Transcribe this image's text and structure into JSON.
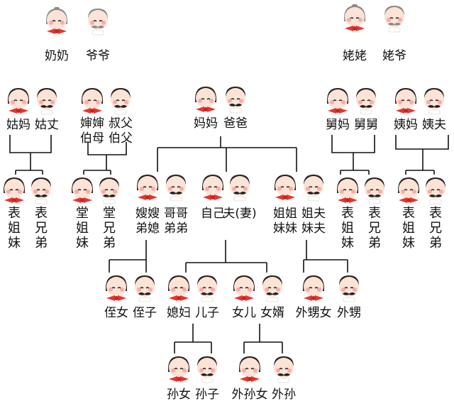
{
  "people": {
    "nainai": "奶奶",
    "yeye": "爷爷",
    "laolao": "姥姥",
    "laoye": "姥爷",
    "gumama": "姑妈",
    "guzhang": "姑丈",
    "shenshen_bomu": "婶婶\n伯母",
    "shufu_bofu": "叔父\n伯父",
    "mama": "妈妈",
    "baba": "爸爸",
    "jiuma": "舅妈",
    "jiujiu": "舅舅",
    "yima": "姨妈",
    "yifu": "姨夫",
    "biao_jiemei_1": "表\n姐\n妹",
    "biao_xiongdi_1": "表\n兄\n弟",
    "tang_jiemei": "堂\n姐\n妹",
    "tang_xiongdi": "堂\n兄\n弟",
    "saosao_dixi": "嫂嫂\n弟媳",
    "gege_didi": "哥哥\n弟弟",
    "ziji": "自己",
    "fu_qi": "夫(妻)",
    "jiejie_meimei": "姐姐\n妹妹",
    "jiefu_meifu": "姐夫\n妹夫",
    "biao_jiemei_2": "表\n姐\n妹",
    "biao_xiongdi_2": "表\n兄\n弟",
    "biao_jiemei_3": "表\n姐\n妹",
    "biao_xiongdi_3": "表\n兄\n弟",
    "zhinv": "侄女",
    "zhizi": "侄子",
    "xifu": "媳妇",
    "erzi": "儿子",
    "nver": "女儿",
    "nvxu": "女婿",
    "waishengnv": "外甥女",
    "waisheng": "外甥",
    "sunnv": "孙女",
    "sunzi": "孙子",
    "waisunnv": "外孙女",
    "waisun": "外孙"
  },
  "colors": {
    "line": "#111111",
    "text": "#111111",
    "bow": "#e8332f",
    "skin": "#fbe3d6",
    "cheek": "#f2a0a0",
    "hair_dark": "#2a2220",
    "hair_grey": "#8a8a8a",
    "collar": "#ffffff"
  },
  "icons": {
    "female": "girl-avatar-icon",
    "male": "boy-avatar-icon",
    "female_elder": "grandma-avatar-icon",
    "male_elder": "grandpa-avatar-icon"
  }
}
